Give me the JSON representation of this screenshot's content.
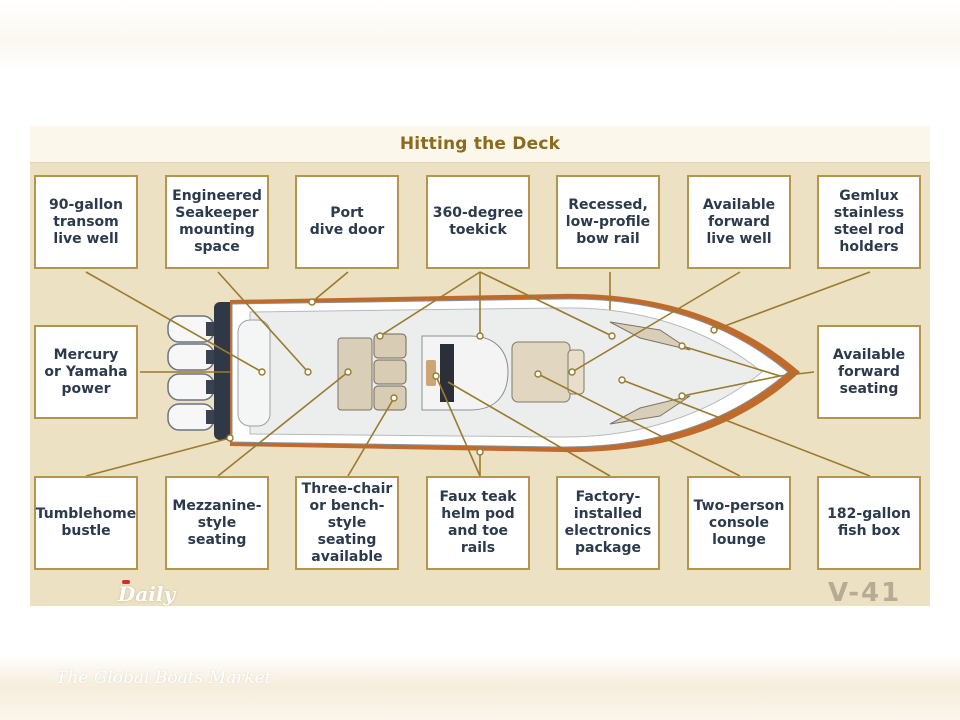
{
  "header": {
    "title": "Hitting the Deck"
  },
  "callouts": [
    {
      "id": "transom-live-well",
      "label": "90-gallon\ntransom\nlive well"
    },
    {
      "id": "seakeeper-space",
      "label": "Engineered\nSeakeeper\nmounting\nspace"
    },
    {
      "id": "port-dive-door",
      "label": "Port\ndive door"
    },
    {
      "id": "toekick",
      "label": "360-degree\ntoekick"
    },
    {
      "id": "bow-rail",
      "label": "Recessed,\nlow-profile\nbow rail"
    },
    {
      "id": "forward-live-well",
      "label": "Available\nforward\nlive well"
    },
    {
      "id": "rod-holders",
      "label": "Gemlux\nstainless\nsteel rod\nholders"
    },
    {
      "id": "power",
      "label": "Mercury\nor Yamaha\npower"
    },
    {
      "id": "forward-seating",
      "label": "Available\nforward\nseating"
    },
    {
      "id": "tumblehome",
      "label": "Tumblehome\nbustle"
    },
    {
      "id": "mezzanine",
      "label": "Mezzanine-\nstyle\nseating"
    },
    {
      "id": "three-chair",
      "label": "Three-chair\nor bench-\nstyle seating\navailable"
    },
    {
      "id": "helm-pod",
      "label": "Faux teak\nhelm pod\nand toe rails"
    },
    {
      "id": "electronics",
      "label": "Factory-\ninstalled\nelectronics\npackage"
    },
    {
      "id": "console-lounge",
      "label": "Two-person\nconsole\nlounge"
    },
    {
      "id": "fish-box",
      "label": "182-gallon\nfish box"
    }
  ],
  "model": "V-41",
  "logo": {
    "text": "Daily"
  },
  "watermark": "The Global Boats Market",
  "colors": {
    "panel": "#ede1c3",
    "callout_border": "#b3954f",
    "leader_line": "#9a7b2e",
    "title": "#8a6a1e",
    "hull_trim": "#b8662b"
  }
}
